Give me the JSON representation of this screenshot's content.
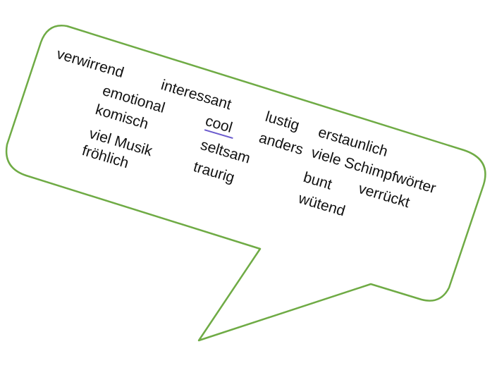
{
  "colors": {
    "bubble_stroke": "#6fab45",
    "text": "#111111",
    "spellcheck_underline": "#6a5acd"
  },
  "words": {
    "w1": "verwirrend",
    "w2": "interessant",
    "w3": "emotional",
    "w4": "komisch",
    "w5": "cool",
    "w6": "lustig",
    "w7": "erstaunlich",
    "w8": "viel Musik",
    "w9": "seltsam",
    "w10": "anders",
    "w11": "viele Schimpfwörter",
    "w12": "fröhlich",
    "w13": "traurig",
    "w14": "bunt",
    "w15": "verrückt",
    "w16": "wütend"
  }
}
